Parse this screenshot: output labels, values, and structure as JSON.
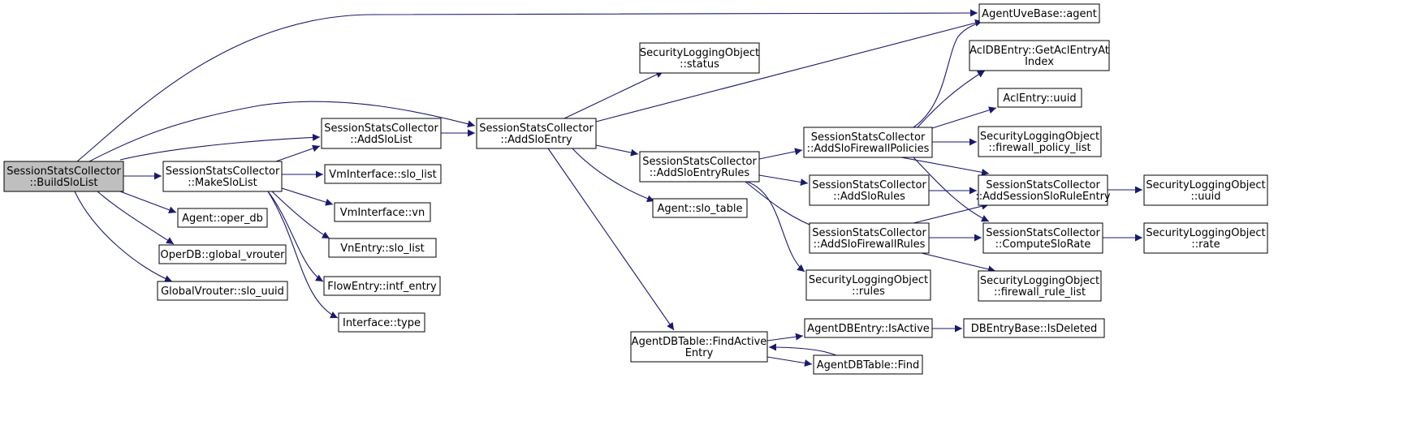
{
  "graph": {
    "edge_color": "#191970",
    "root_fill": "#bfbfbf",
    "nodes": [
      {
        "id": "root",
        "lines": [
          "SessionStatsCollector",
          "::BuildSloList"
        ],
        "root": true
      },
      {
        "id": "makeslolist",
        "lines": [
          "SessionStatsCollector",
          "::MakeSloList"
        ]
      },
      {
        "id": "addslolist",
        "lines": [
          "SessionStatsCollector",
          "::AddSloList"
        ]
      },
      {
        "id": "addsloentry",
        "lines": [
          "SessionStatsCollector",
          "::AddSloEntry"
        ]
      },
      {
        "id": "agentuve",
        "lines": [
          "AgentUveBase::agent"
        ]
      },
      {
        "id": "operdb",
        "lines": [
          "Agent::oper_db"
        ]
      },
      {
        "id": "globalvrouter",
        "lines": [
          "OperDB::global_vrouter"
        ]
      },
      {
        "id": "slouuid",
        "lines": [
          "GlobalVrouter::slo_uuid"
        ]
      },
      {
        "id": "vmslolist",
        "lines": [
          "VmInterface::slo_list"
        ]
      },
      {
        "id": "vmvn",
        "lines": [
          "VmInterface::vn"
        ]
      },
      {
        "id": "vnslolist",
        "lines": [
          "VnEntry::slo_list"
        ]
      },
      {
        "id": "intfentry",
        "lines": [
          "FlowEntry::intf_entry"
        ]
      },
      {
        "id": "iftype",
        "lines": [
          "Interface::type"
        ]
      },
      {
        "id": "slostatus",
        "lines": [
          "SecurityLoggingObject",
          "::status"
        ]
      },
      {
        "id": "addsloentryrules",
        "lines": [
          "SessionStatsCollector",
          "::AddSloEntryRules"
        ]
      },
      {
        "id": "slotable",
        "lines": [
          "Agent::slo_table"
        ]
      },
      {
        "id": "findactive",
        "lines": [
          "AgentDBTable::FindActive",
          "Entry"
        ]
      },
      {
        "id": "addslofwpol",
        "lines": [
          "SessionStatsCollector",
          "::AddSloFirewallPolicies"
        ]
      },
      {
        "id": "addslorules",
        "lines": [
          "SessionStatsCollector",
          "::AddSloRules"
        ]
      },
      {
        "id": "addslofwrules",
        "lines": [
          "SessionStatsCollector",
          "::AddSloFirewallRules"
        ]
      },
      {
        "id": "slorules",
        "lines": [
          "SecurityLoggingObject",
          "::rules"
        ]
      },
      {
        "id": "isactive",
        "lines": [
          "AgentDBEntry::IsActive"
        ]
      },
      {
        "id": "dbfind",
        "lines": [
          "AgentDBTable::Find"
        ]
      },
      {
        "id": "getaclentry",
        "lines": [
          "AclDBEntry::GetAclEntryAt",
          "Index"
        ]
      },
      {
        "id": "acluuid",
        "lines": [
          "AclEntry::uuid"
        ]
      },
      {
        "id": "fwpollist",
        "lines": [
          "SecurityLoggingObject",
          "::firewall_policy_list"
        ]
      },
      {
        "id": "addsessionslo",
        "lines": [
          "SessionStatsCollector",
          "::AddSessionSloRuleEntry"
        ]
      },
      {
        "id": "computeslo",
        "lines": [
          "SessionStatsCollector",
          "::ComputeSloRate"
        ]
      },
      {
        "id": "fwrulelist",
        "lines": [
          "SecurityLoggingObject",
          "::firewall_rule_list"
        ]
      },
      {
        "id": "isdeleted",
        "lines": [
          "DBEntryBase::IsDeleted"
        ]
      },
      {
        "id": "slouuid2",
        "lines": [
          "SecurityLoggingObject",
          "::uuid"
        ]
      },
      {
        "id": "slorate",
        "lines": [
          "SecurityLoggingObject",
          "::rate"
        ]
      }
    ],
    "edges": [
      [
        "root",
        "agentuve"
      ],
      [
        "root",
        "addsloentry"
      ],
      [
        "root",
        "addslolist"
      ],
      [
        "root",
        "makeslolist"
      ],
      [
        "root",
        "operdb"
      ],
      [
        "root",
        "globalvrouter"
      ],
      [
        "root",
        "slouuid"
      ],
      [
        "makeslolist",
        "addslolist"
      ],
      [
        "makeslolist",
        "vmslolist"
      ],
      [
        "makeslolist",
        "vmvn"
      ],
      [
        "makeslolist",
        "vnslolist"
      ],
      [
        "makeslolist",
        "intfentry"
      ],
      [
        "makeslolist",
        "iftype"
      ],
      [
        "addslolist",
        "addsloentry"
      ],
      [
        "addsloentry",
        "slostatus"
      ],
      [
        "addsloentry",
        "agentuve"
      ],
      [
        "addsloentry",
        "addsloentryrules"
      ],
      [
        "addsloentry",
        "slotable"
      ],
      [
        "addsloentry",
        "findactive"
      ],
      [
        "addsloentryrules",
        "addslofwpol"
      ],
      [
        "addsloentryrules",
        "addslorules"
      ],
      [
        "addsloentryrules",
        "addslofwrules"
      ],
      [
        "addsloentryrules",
        "slorules"
      ],
      [
        "addslofwpol",
        "agentuve"
      ],
      [
        "addslofwpol",
        "getaclentry"
      ],
      [
        "addslofwpol",
        "acluuid"
      ],
      [
        "addslofwpol",
        "fwpollist"
      ],
      [
        "addslofwpol",
        "addsessionslo"
      ],
      [
        "addslofwpol",
        "computeslo"
      ],
      [
        "addslorules",
        "addsessionslo"
      ],
      [
        "addslofwrules",
        "addsessionslo"
      ],
      [
        "addslofwrules",
        "computeslo"
      ],
      [
        "addslofwrules",
        "fwrulelist"
      ],
      [
        "addsessionslo",
        "slouuid2"
      ],
      [
        "computeslo",
        "slorate"
      ],
      [
        "findactive",
        "isactive"
      ],
      [
        "findactive",
        "dbfind"
      ],
      [
        "dbfind",
        "findactive"
      ],
      [
        "isactive",
        "isdeleted"
      ]
    ]
  }
}
